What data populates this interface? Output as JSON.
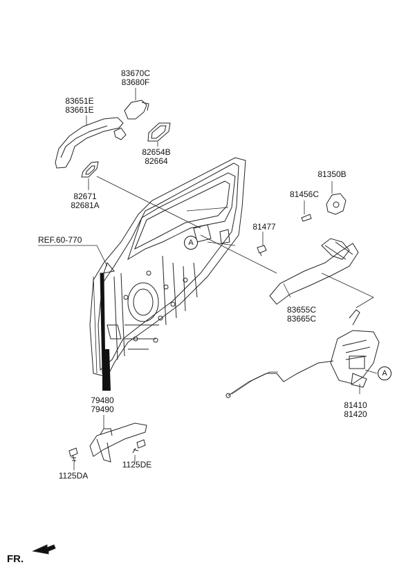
{
  "parts": {
    "handle_cover": [
      "83670C",
      "83680F"
    ],
    "outside_handle": [
      "83651E",
      "83661E"
    ],
    "handle_pad": [
      "82654B",
      "82664"
    ],
    "handle_gasket": [
      "82671",
      "82681A"
    ],
    "striker": [
      "81350B"
    ],
    "striker_screw": [
      "81456C"
    ],
    "bolt": [
      "81477"
    ],
    "handle_base": [
      "83655C",
      "83665C"
    ],
    "latch": [
      "81410",
      "81420"
    ],
    "checker": [
      "79480",
      "79490"
    ],
    "bolt_left": [
      "1125DA"
    ],
    "bolt_right": [
      "1125DE"
    ]
  },
  "reference": "REF.60-770",
  "callout": "A",
  "direction": "FR."
}
